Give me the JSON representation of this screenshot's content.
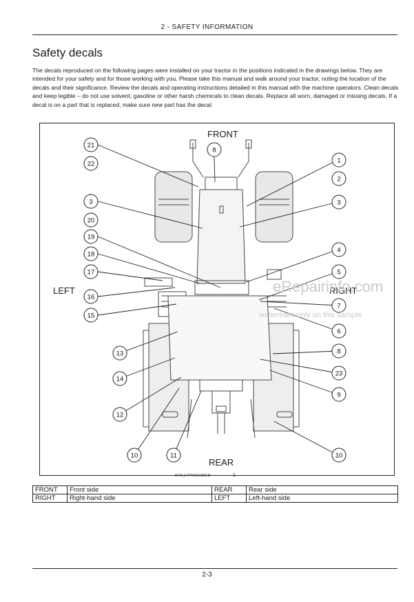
{
  "header": {
    "section": "2 - SAFETY INFORMATION"
  },
  "title": "Safety decals",
  "intro": "The decals reproduced on the following pages were installed on your tractor in the positions indicated in the drawings below. They are intended for your safety and for those working with you. Please take this manual and walk around your tractor, noting the location of the decals and their significance. Review the decals and operating instructions detailed in this manual with the machine operators. Clean decals and keep legible – do not use solvent, gasoline or other harsh chemicals to clean decals. Replace all worn, damaged or missing decals. If a decal is on a part that is replaced, make sure new part has the decal.",
  "figure": {
    "labels": {
      "front": "FRONT",
      "rear": "REAR",
      "left": "LEFT",
      "right": "RIGHT"
    },
    "callouts": [
      "21",
      "22",
      "8",
      "1",
      "2",
      "3",
      "20",
      "3",
      "19",
      "18",
      "17",
      "16",
      "15",
      "4",
      "5",
      "7",
      "6",
      "13",
      "14",
      "12",
      "8",
      "23",
      "9",
      "10",
      "11",
      "10"
    ],
    "code": "SVIL14TR00139GD",
    "number": "1"
  },
  "watermark": {
    "line1": "eRepairinfo.com",
    "line2": "watermark only on this sample"
  },
  "legend": [
    [
      "FRONT",
      "Front side",
      "REAR",
      "Rear side"
    ],
    [
      "RIGHT",
      "Right-hand side",
      "LEFT",
      "Left-hand side"
    ]
  ],
  "footer": {
    "page": "2-3"
  },
  "colors": {
    "ink": "#1a1a1a",
    "tractor_gray": "#444444",
    "watermark": "#c9c9c9"
  }
}
